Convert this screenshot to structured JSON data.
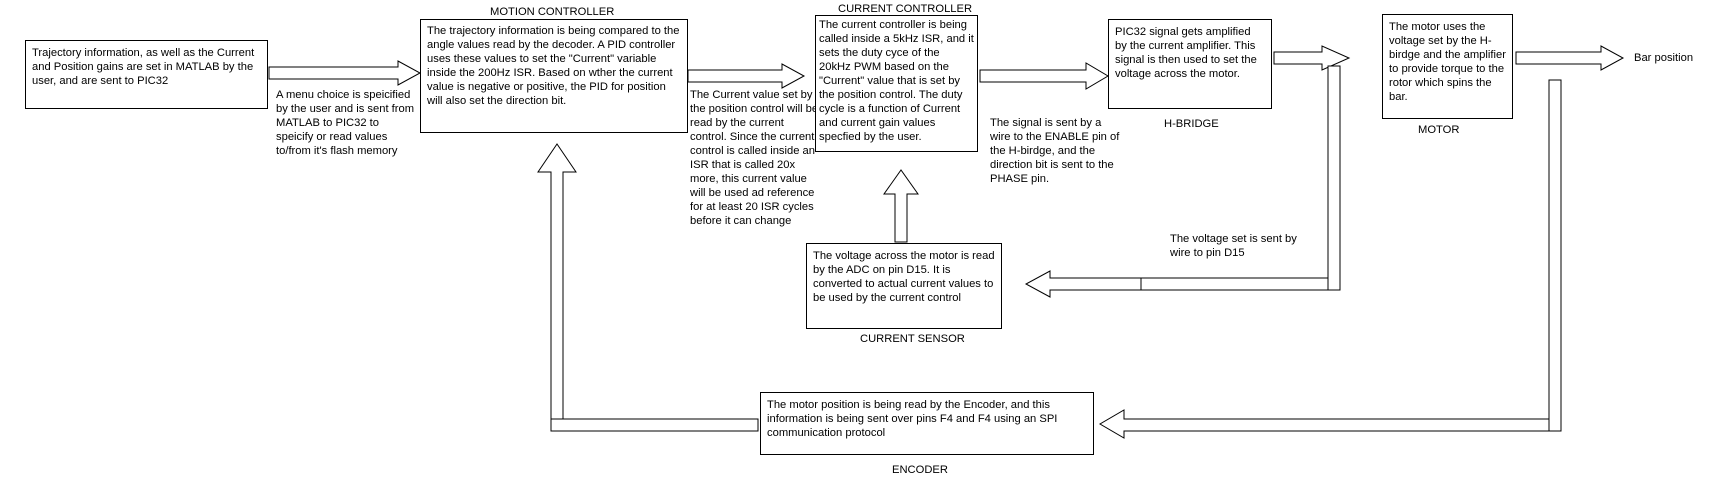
{
  "trajectory_box": "Trajectory information, as well as the Current and Position gains are set in MATLAB by the user, and are sent to PIC32",
  "menu_note": "A menu choice is speicified by the user and is sent from MATLAB to PIC32 to speicify or read values to/from it's flash memory",
  "motion_controller": {
    "title": "MOTION CONTROLLER",
    "text": "The trajectory information is being compared to the angle values read by the decoder. A PID controller uses these values to set the \"Current\" variable inside the 200Hz ISR. Based on wther the current value is negative or positive, the PID for position will also set the direction bit."
  },
  "current_value_note": "The Current value set by the position control will be read by the current control. Since the current control is called inside an ISR that is called 20x more, this current value will be used ad reference for at least 20 ISR cycles before it can change",
  "current_controller": {
    "title": "CURRENT CONTROLLER",
    "text": "The current controller is being called inside a 5kHz ISR, and it sets the duty cyce of the 20kHz PWM based on the \"Current\" value that is set by the position control. The duty cycle is a function of Current and current gain values specfied by the user."
  },
  "signal_note": "The signal is sent by a wire to the ENABLE pin of the H-birdge, and the direction bit is sent to the PHASE pin.",
  "hbridge": {
    "title": "H-BRIDGE",
    "text": "PIC32 signal gets amplified by the current amplifier. This signal is then used to set the voltage across the motor."
  },
  "motor": {
    "title": "MOTOR",
    "text": "The motor uses the voltage set by the H-birdge and the amplifier to provide torque to the rotor which spins the bar."
  },
  "bar_position": "Bar position",
  "voltage_note": "The voltage set is sent by wire to pin D15",
  "current_sensor": {
    "title": "CURRENT SENSOR",
    "text": "The voltage across the motor is read by the ADC on pin D15. It is converted to actual current values to be used by the current control"
  },
  "encoder": {
    "title": "ENCODER",
    "text": "The motor position is being read by the Encoder, and this information is being sent over pins F4 and F4 using an SPI communication protocol"
  }
}
